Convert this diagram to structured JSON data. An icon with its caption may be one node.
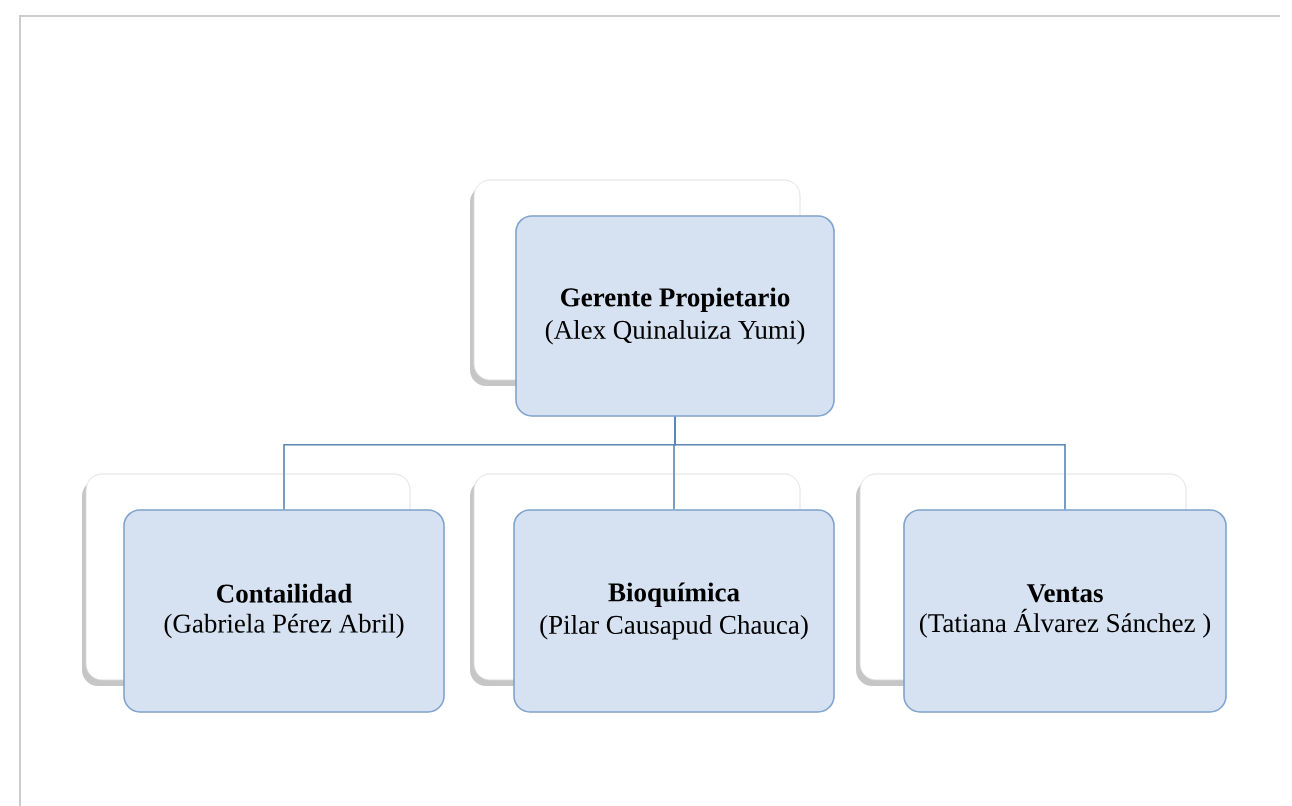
{
  "diagram": {
    "nodes": [
      {
        "text": [
          "Gerente Propietario",
          "(Alex Quinaluiza Yumi)"
        ]
      },
      {
        "text": [
          "Contailidad",
          "(Gabriela Pérez Abril)"
        ]
      },
      {
        "text": [
          "Bioquímica",
          "(Pilar Causapud Chauca)"
        ]
      },
      {
        "text": [
          "Ventas",
          "(Tatiana Álvarez Sánchez )"
        ]
      }
    ],
    "edges": [
      {
        "from": 0,
        "to": 1,
        "arrow": "none"
      },
      {
        "from": 0,
        "to": 2,
        "arrow": "none"
      },
      {
        "from": 0,
        "to": 3,
        "arrow": "none"
      }
    ]
  }
}
